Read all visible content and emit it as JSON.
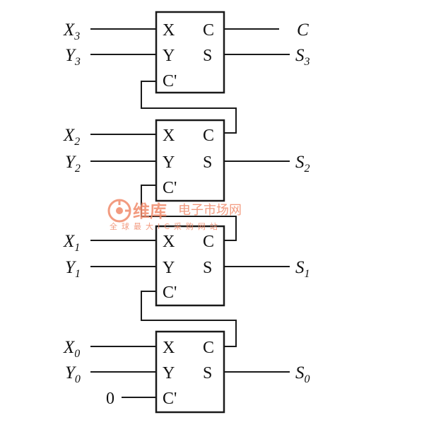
{
  "stages": [
    {
      "id": "stage-3",
      "inputs": {
        "x": {
          "base": "X",
          "sub": "3"
        },
        "y": {
          "base": "Y",
          "sub": "3"
        }
      },
      "pins": {
        "x": "X",
        "y": "Y",
        "carry_in": "C'",
        "carry_out": "C",
        "sum": "S"
      },
      "outputs": {
        "carry": {
          "base": "C",
          "sub": ""
        },
        "sum": {
          "base": "S",
          "sub": "3"
        }
      }
    },
    {
      "id": "stage-2",
      "inputs": {
        "x": {
          "base": "X",
          "sub": "2"
        },
        "y": {
          "base": "Y",
          "sub": "2"
        }
      },
      "pins": {
        "x": "X",
        "y": "Y",
        "carry_in": "C'",
        "carry_out": "C",
        "sum": "S"
      },
      "outputs": {
        "sum": {
          "base": "S",
          "sub": "2"
        }
      }
    },
    {
      "id": "stage-1",
      "inputs": {
        "x": {
          "base": "X",
          "sub": "1"
        },
        "y": {
          "base": "Y",
          "sub": "1"
        }
      },
      "pins": {
        "x": "X",
        "y": "Y",
        "carry_in": "C'",
        "carry_out": "C",
        "sum": "S"
      },
      "outputs": {
        "sum": {
          "base": "S",
          "sub": "1"
        }
      }
    },
    {
      "id": "stage-0",
      "inputs": {
        "x": {
          "base": "X",
          "sub": "0"
        },
        "y": {
          "base": "Y",
          "sub": "0"
        },
        "carry": "0"
      },
      "pins": {
        "x": "X",
        "y": "Y",
        "carry_in": "C'",
        "carry_out": "C",
        "sum": "S"
      },
      "outputs": {
        "sum": {
          "base": "S",
          "sub": "0"
        }
      }
    }
  ],
  "watermark": {
    "brand": "维库",
    "name": "电子市场网",
    "tagline": "全球最大IC采购网站",
    "color": "#f08a6a"
  }
}
